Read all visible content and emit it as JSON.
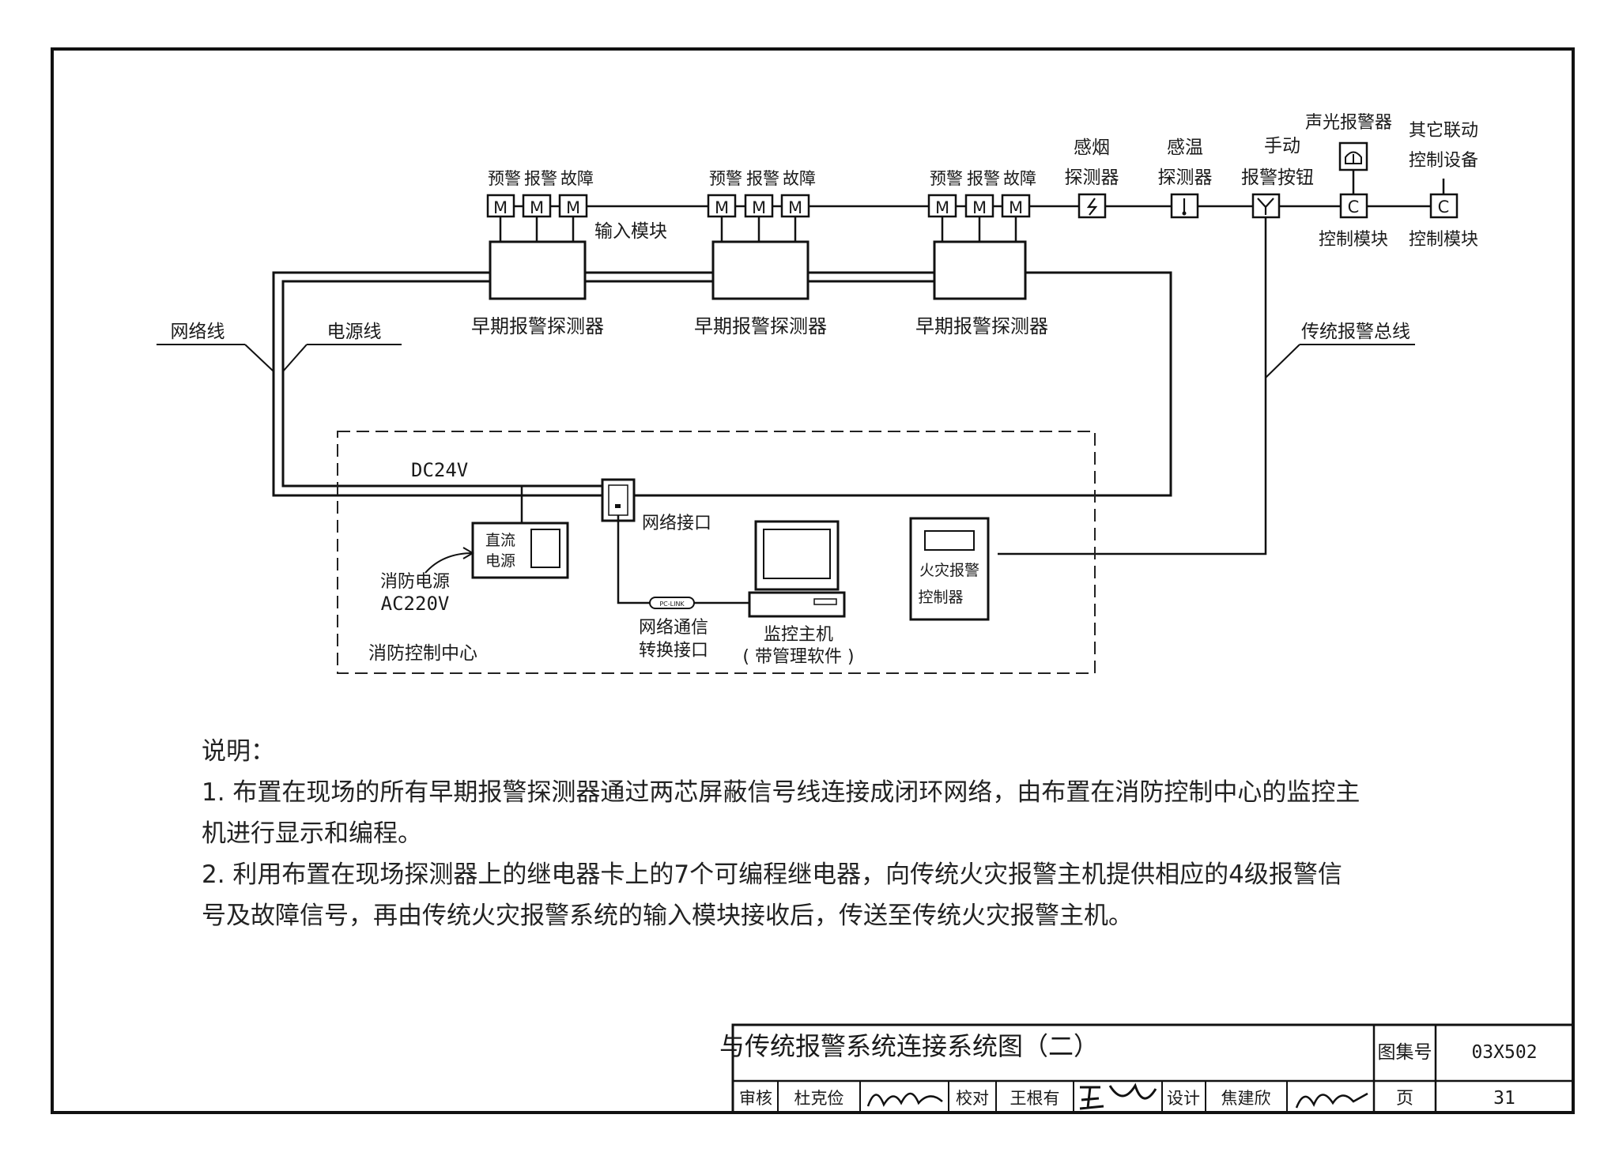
{
  "diagram": {
    "detector_group": {
      "input_labels": [
        "预警",
        "报警",
        "故障"
      ],
      "module_letter": "M",
      "detector_label": "早期报警探测器",
      "input_module_label": "输入模块"
    },
    "field_devices": {
      "smoke_detector": [
        "感烟",
        "探测器"
      ],
      "heat_detector": [
        "感温",
        "探测器"
      ],
      "manual_button": [
        "手动",
        "报警按钮"
      ],
      "sound_light_alarm": "声光报警器",
      "other_linkage": [
        "其它联动",
        "控制设备"
      ],
      "control_module_label": "控制模块",
      "control_letter": "C"
    },
    "lines": {
      "network_line": "网络线",
      "power_line": "电源线",
      "traditional_bus": "传统报警总线",
      "dc_voltage": "DC24V"
    },
    "control_center": {
      "title": "消防控制中心",
      "network_port": "网络接口",
      "dc_power": [
        "直流",
        "电源"
      ],
      "fire_power": [
        "消防电源",
        "AC220V"
      ],
      "converter": [
        "网络通信",
        "转换接口"
      ],
      "converter_tag": "PC-LINK",
      "monitor_host": [
        "监控主机",
        "( 带管理软件 )"
      ],
      "fire_controller": [
        "火灾报警",
        "控制器"
      ]
    }
  },
  "notes": {
    "heading": "说明：",
    "lines": [
      "1. 布置在现场的所有早期报警探测器通过两芯屏蔽信号线连接成闭环网络，由布置在消防控制中心的监控主",
      "机进行显示和编程。",
      "2. 利用布置在现场探测器上的继电器卡上的7个可编程继电器，向传统火灾报警主机提供相应的4级报警信",
      "号及故障信号，再由传统火灾报警系统的输入模块接收后，传送至传统火灾报警主机。"
    ]
  },
  "title_block": {
    "title": "与传统报警系统连接系统图（二）",
    "atlas_label": "图集号",
    "atlas_number": "03X502",
    "review_label": "审核",
    "reviewer": "杜克俭",
    "check_label": "校对",
    "checker": "王根有",
    "design_label": "设计",
    "designer": "焦建欣",
    "page_label": "页",
    "page_number": "31"
  }
}
